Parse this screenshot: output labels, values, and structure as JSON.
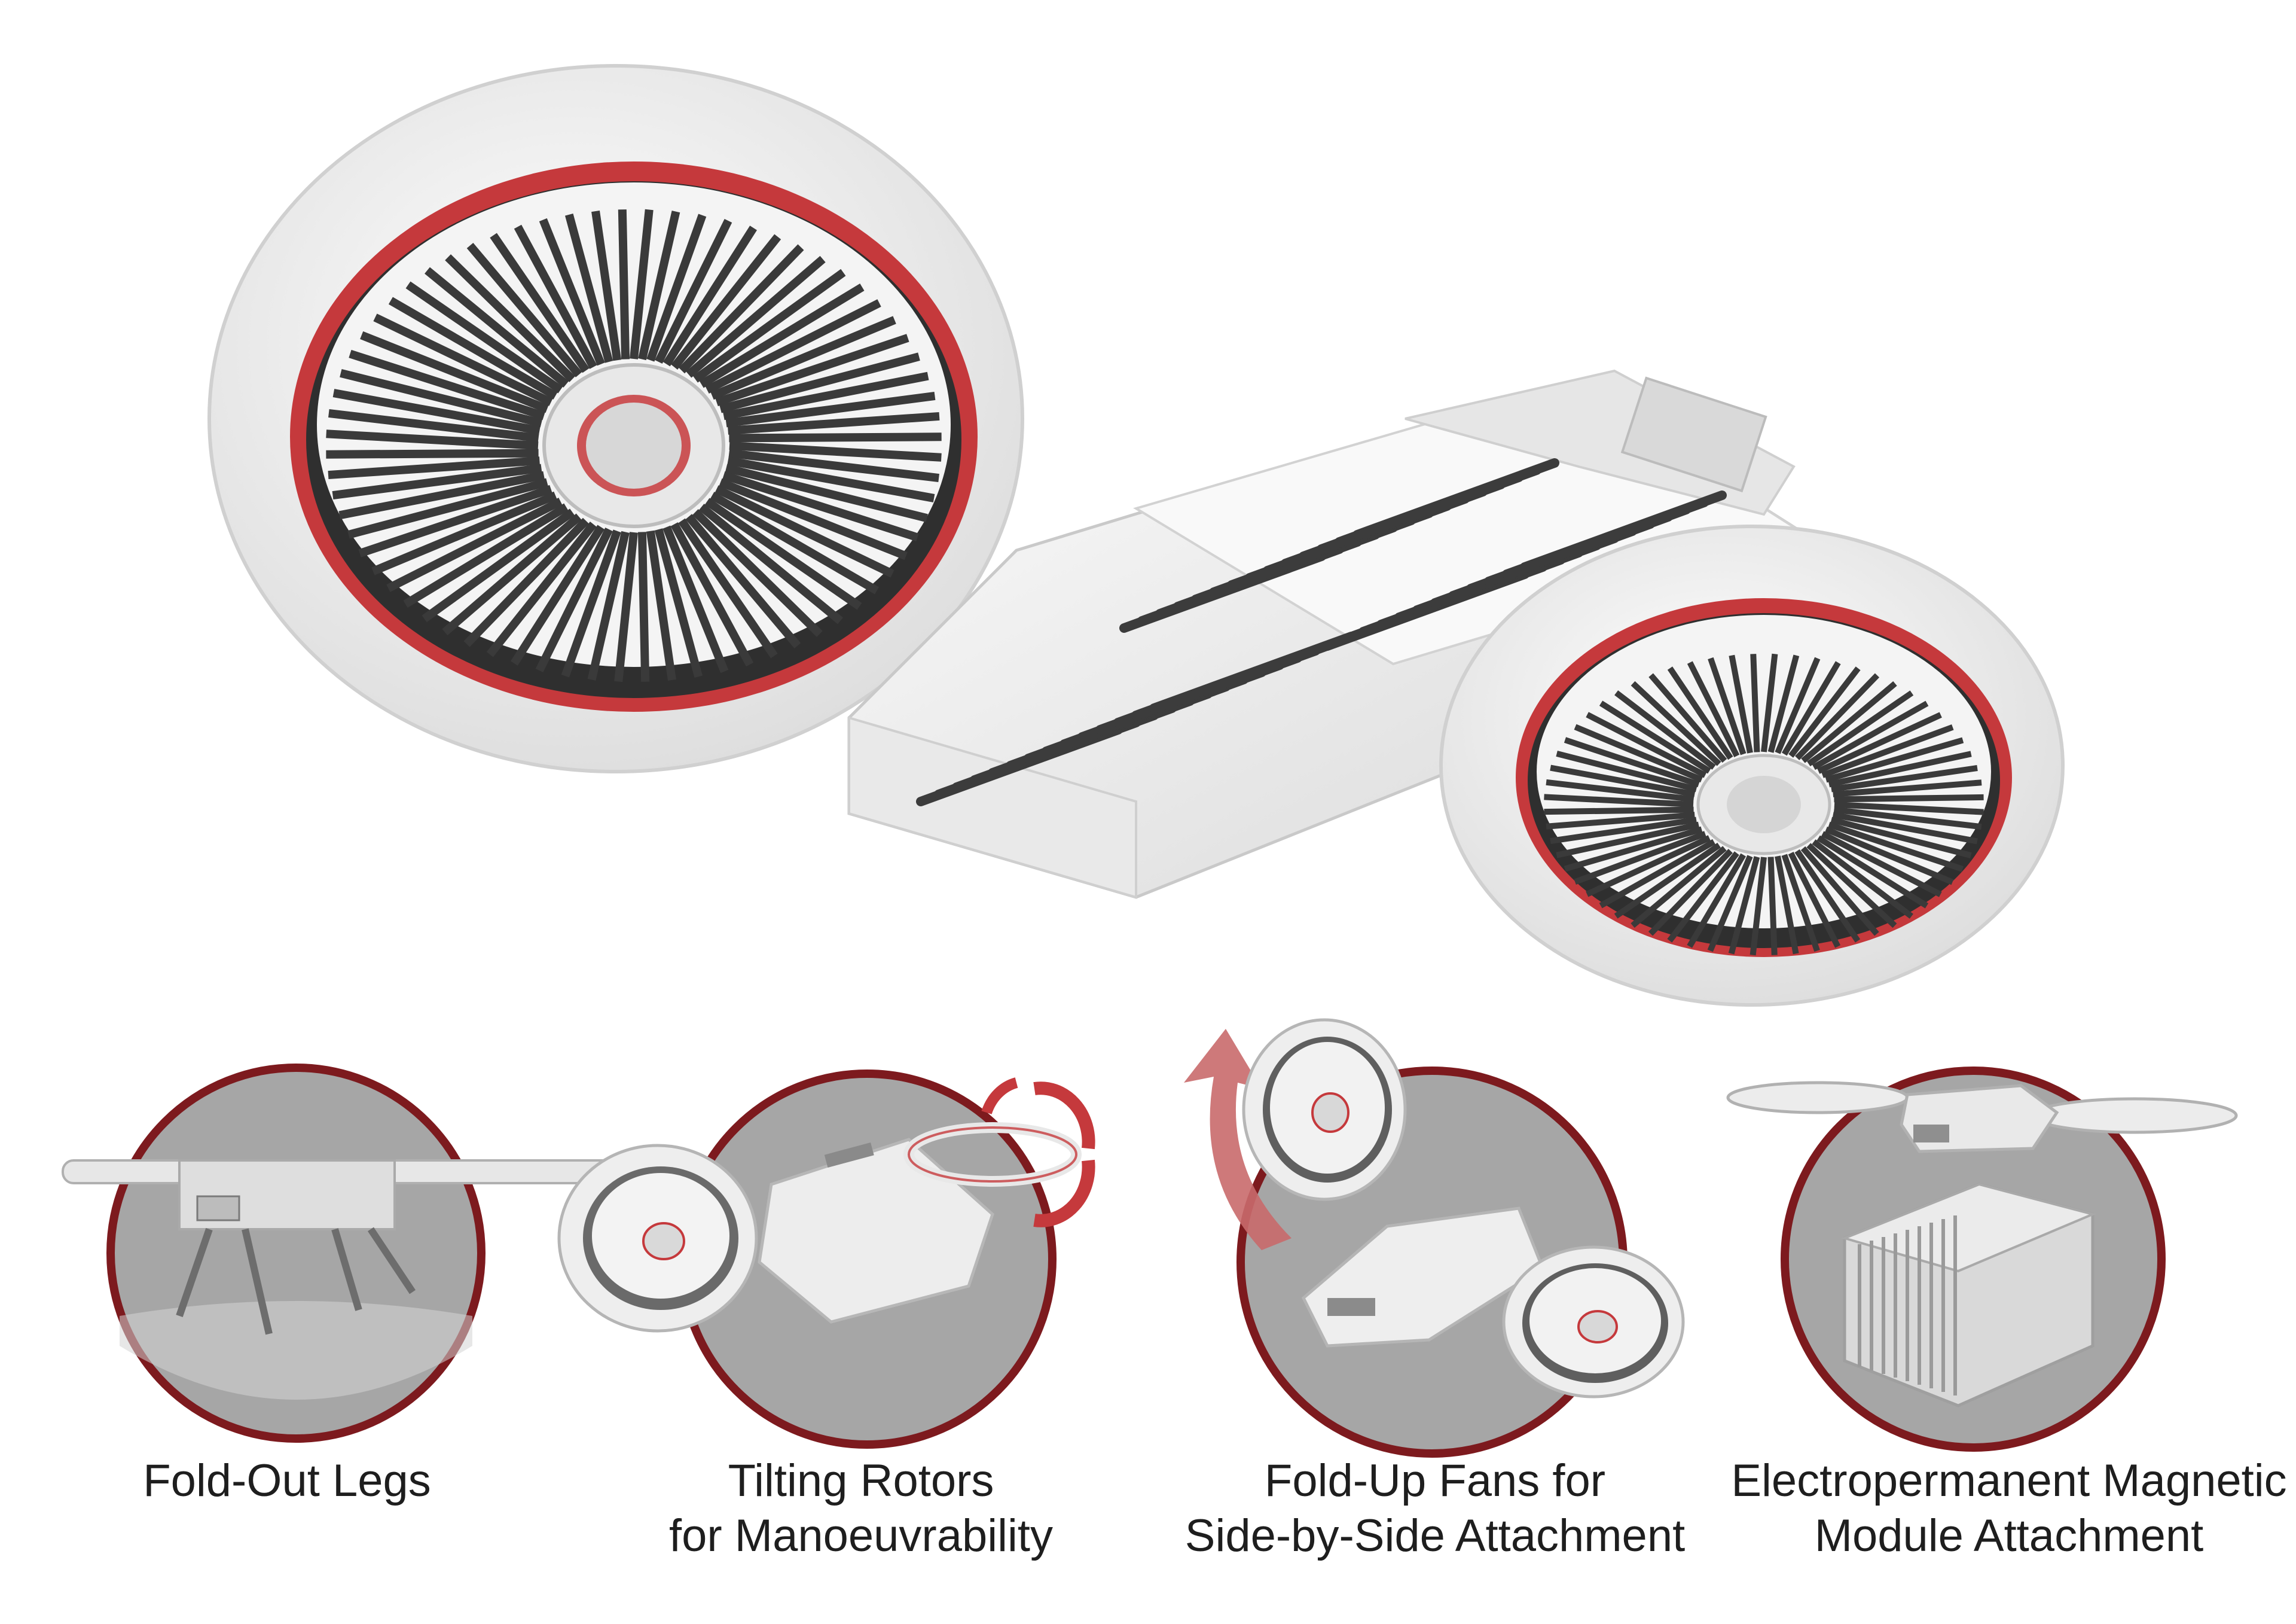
{
  "colors": {
    "ring": "#7d1a1e",
    "disc_fill": "#a6a6a6",
    "accent_red": "#c5393c",
    "body_white": "#f1f1f1",
    "vent_dark": "#3c3c3c"
  },
  "hero": {
    "name": "drone-hero-render"
  },
  "features": [
    {
      "id": "fold-out-legs",
      "lines": [
        "Fold-Out Legs"
      ]
    },
    {
      "id": "tilting-rotors",
      "lines": [
        "Tilting Rotors",
        "for Manoeuvrability"
      ]
    },
    {
      "id": "fold-up-fans",
      "lines": [
        "Fold-Up Fans for",
        "Side-by-Side Attachment"
      ]
    },
    {
      "id": "magnetic-module",
      "lines": [
        "Electropermanent Magnetic",
        "Module Attachment"
      ]
    }
  ]
}
